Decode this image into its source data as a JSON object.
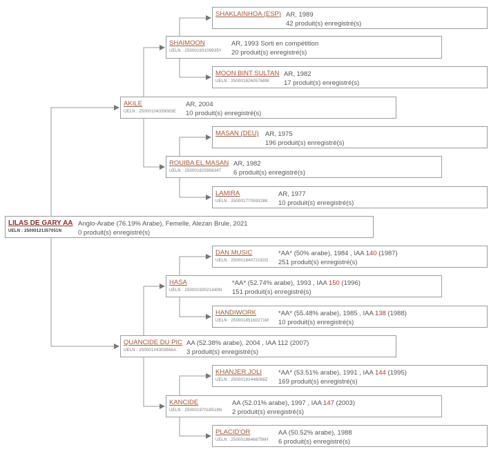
{
  "labels": {
    "ueln_prefix": "UELN : ",
    "produits_suffix": " produit(s) enregistré(s)"
  },
  "horses": {
    "root": {
      "name": "LILAS DE GARY AA",
      "ueln": "25000121357051N",
      "desc": "Anglo-Arabe (76.19% Arabe), Femelle, Alezan Brule, 2021",
      "produits": "0"
    },
    "s": {
      "name": "AKILE",
      "ueln": "25000104339083E",
      "desc": "AR, 2004",
      "produits": "10"
    },
    "ss": {
      "name": "SHAIMOON",
      "ueln": "25000193109935Y",
      "desc": "AR, 1993 Sorti en compétition",
      "produits": "20"
    },
    "sss": {
      "name": "SHAKLAINHOA (ESP)",
      "ueln": "",
      "desc": "AR, 1989",
      "produits": "42"
    },
    "ssd": {
      "name": "MOON BINT SULTAN",
      "ueln": "25000182605768W",
      "desc": "AR, 1982",
      "produits": "17"
    },
    "sd": {
      "name": "ROUIBA EL MASAN",
      "ueln": "25000182595834T",
      "desc": "AR, 1982",
      "produits": "6"
    },
    "sds": {
      "name": "MASAN (DEU)",
      "ueln": "",
      "desc": "AR, 1975",
      "produits": "196"
    },
    "sdd": {
      "name": "LAMIRA",
      "ueln": "25000177059328K",
      "desc": "AR, 1977",
      "produits": "10"
    },
    "d": {
      "name": "QUANCIDE DU PIC",
      "ueln": "25000104303966A",
      "desc_pre": "AA (52.38% arabe), 2004 , IAA 112 (2007)",
      "iaa": "",
      "desc_post": "",
      "produits": "3"
    },
    "ds": {
      "name": "HASA",
      "ueln": "25000193021440N",
      "desc_pre": "*AA* (52.74% arabe), 1993 , IAA ",
      "iaa": "150",
      "desc_post": " (1996)",
      "produits": "151"
    },
    "dss": {
      "name": "DAN MUSIC",
      "ueln": "25000184072192G",
      "desc_pre": "*AA* (50% arabe), 1984 , IAA ",
      "iaa": "140",
      "desc_post": " (1987)",
      "produits": "251"
    },
    "dsd": {
      "name": "HANDIWORK",
      "ueln": "25000185160271M",
      "desc_pre": "*AA* (55.48% arabe), 1985 , IAA ",
      "iaa": "138",
      "desc_post": " (1988)",
      "produits": "10"
    },
    "dd": {
      "name": "KANCIDE",
      "ueln": "25000197018518N",
      "desc_pre": "AA (52.01% arabe), 1997 , IAA ",
      "iaa": "147",
      "desc_post": " (2003)",
      "produits": "2"
    },
    "dds": {
      "name": "KHANJER JOLI",
      "ueln": "25000191446068Z",
      "desc_pre": "*AA* (53.51% arabe), 1991 , IAA ",
      "iaa": "144",
      "desc_post": " (1995)",
      "produits": "169"
    },
    "ddd": {
      "name": "PLACID'OR",
      "ueln": "25000188468756H",
      "desc_pre": "AA (50.52% arabe), 1988",
      "iaa": "",
      "desc_post": "",
      "produits": "6"
    }
  },
  "colors": {
    "name_link": "#a25a3a",
    "iaa_highlight": "#b03a2e",
    "border": "#9a9a9a",
    "connector": "#777777"
  }
}
